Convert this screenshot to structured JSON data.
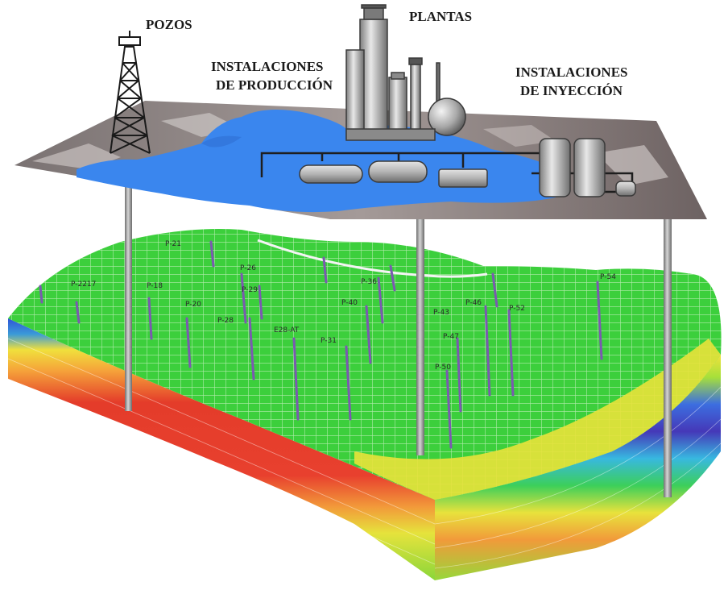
{
  "labels": {
    "pozos": "POZOS",
    "plantas": "PLANTAS",
    "produccion_line1": "INSTALACIONES",
    "produccion_line2": "DE PRODUCCIÓN",
    "inyeccion_line1": "INSTALACIONES",
    "inyeccion_line2": "DE INYECCIÓN"
  },
  "well_tags": [
    "P-2217",
    "P-18",
    "P-20",
    "P-21",
    "P-26",
    "P-28",
    "P-29",
    "E28-AT",
    "P-31",
    "P-36",
    "P-40",
    "P-43",
    "P-46",
    "P-47",
    "P-50",
    "P-52",
    "P-54"
  ],
  "colors": {
    "water": "#3a86ee",
    "grid_green": "#3ccf3c",
    "layer_red": "#e23a2a",
    "layer_yellow": "#f2e23a",
    "layer_blue": "#3a4cc8",
    "pipe_gray": "#9a9a9a"
  }
}
